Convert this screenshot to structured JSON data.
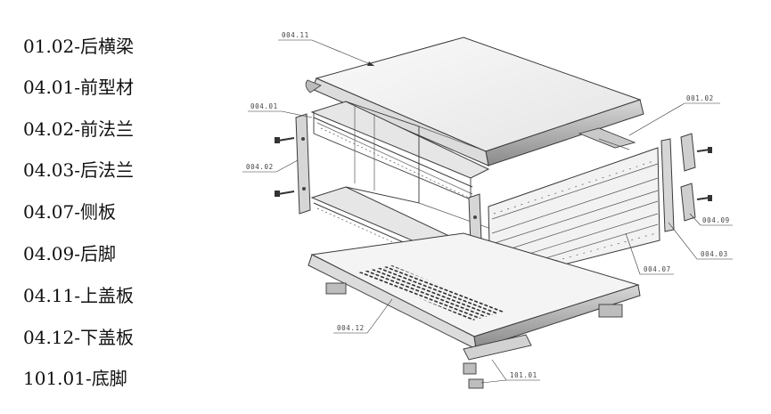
{
  "legend": [
    {
      "code": "01.02-后横梁"
    },
    {
      "code": "04.01-前型材"
    },
    {
      "code": "04.02-前法兰"
    },
    {
      "code": "04.03-后法兰"
    },
    {
      "code": "04.07-侧板"
    },
    {
      "code": "04.09-后脚"
    },
    {
      "code": "04.11-上盖板"
    },
    {
      "code": "04.12-下盖板"
    },
    {
      "code": "101.01-底脚"
    }
  ],
  "callouts": {
    "top_cover": "004.11",
    "front_profile": "004.01",
    "rear_beam": "001.02",
    "front_flange": "004.02",
    "rear_foot": "004.09",
    "rear_flange": "004.03",
    "side_panel": "004.07",
    "bottom_cover": "004.12",
    "base_foot": "101.01"
  }
}
